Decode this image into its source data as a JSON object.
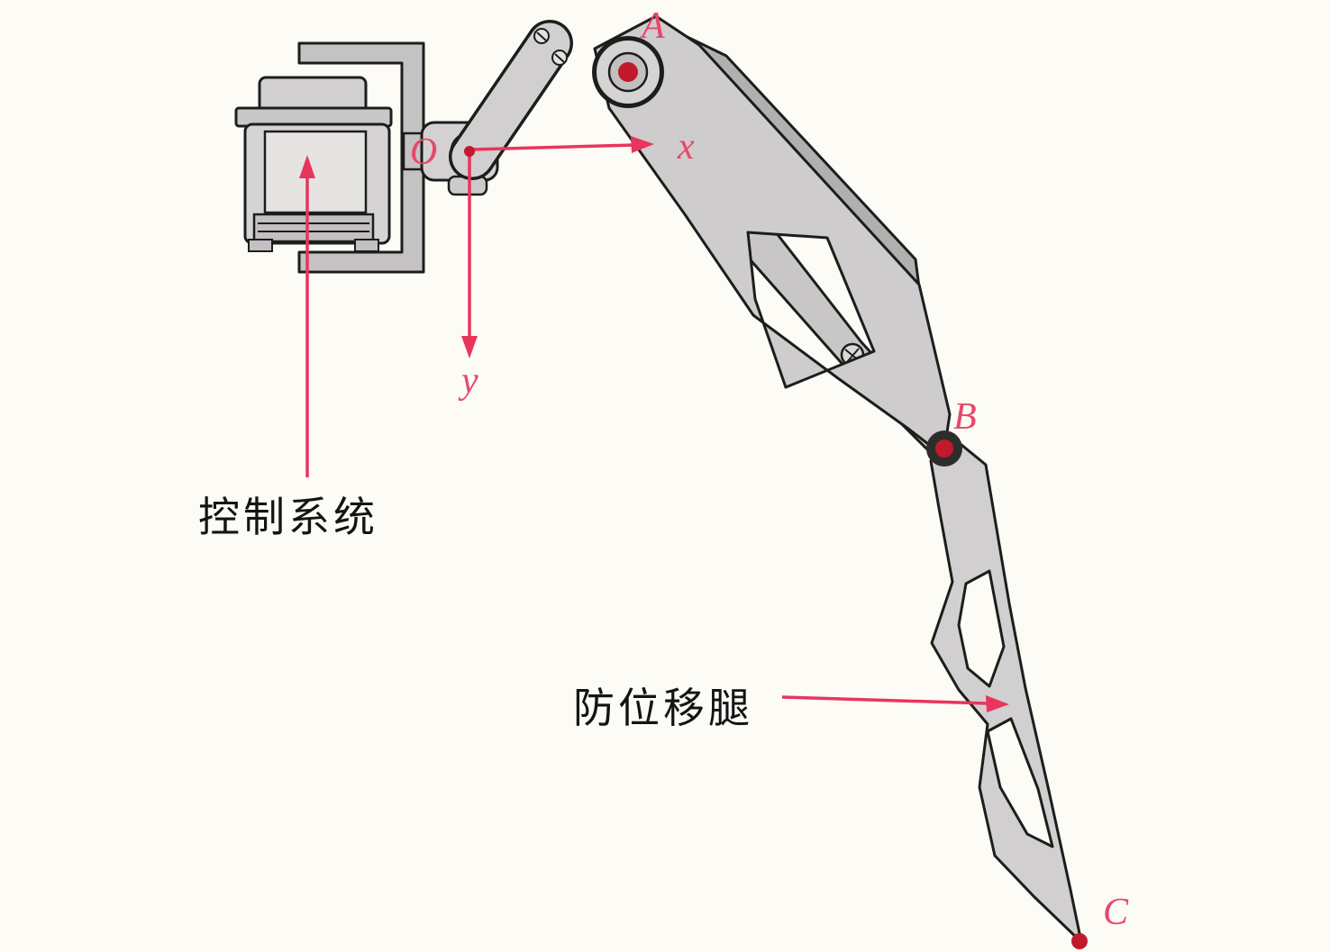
{
  "figure": {
    "kind": "robot-leg-mechanism-diagram",
    "background_color": "#fcfbf5",
    "accent_color": "#e8355e",
    "dot_color": "#c01a2c",
    "metal_light": "#d6d3d4",
    "metal_mid": "#c9c6c8",
    "metal_dark": "#b2afb0",
    "outline_color": "#1d1d1b",
    "coordinate": {
      "origin_label": "O",
      "x_axis_label": "x",
      "y_axis_label": "y"
    },
    "points": {
      "a_label": "A",
      "b_label": "B",
      "c_label": "C"
    },
    "annotations": {
      "control_system": "控制系统",
      "anti_displacement_leg": "防位移腿"
    }
  }
}
